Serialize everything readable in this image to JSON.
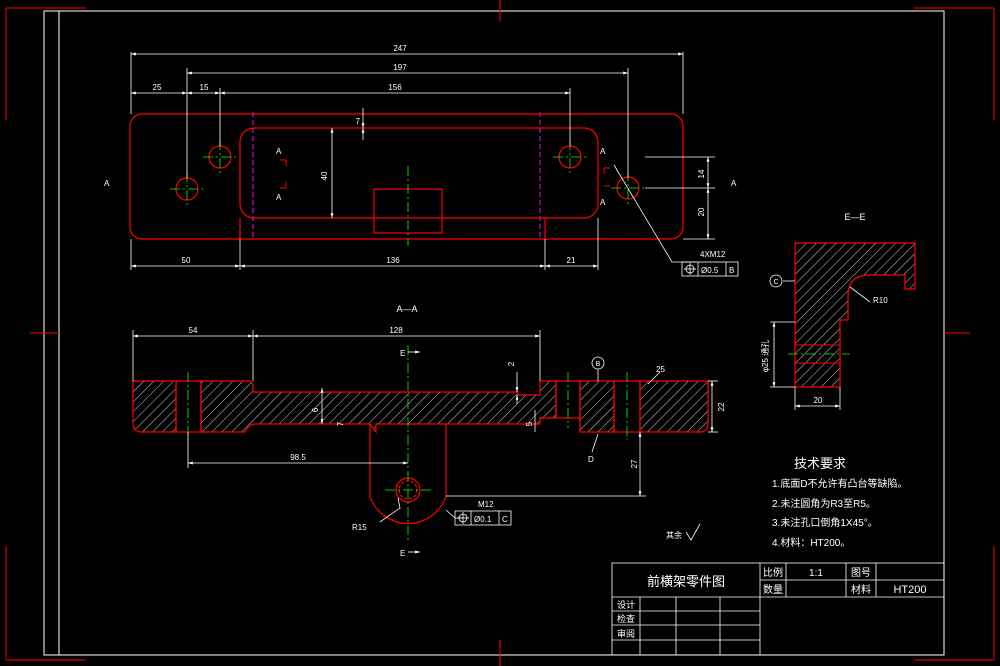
{
  "dimensions": {
    "top_overall": "247",
    "top_holes_span": "197",
    "top_left_25": "25",
    "top_15": "15",
    "top_156": "156",
    "top_7": "7",
    "top_40": "40",
    "top_14": "14",
    "top_20": "20",
    "top_50": "50",
    "top_136": "136",
    "top_21": "21",
    "sec_54": "54",
    "sec_128": "128",
    "sec_2": "2",
    "sec_6": "6",
    "sec_7": "7",
    "sec_5": "5",
    "sec_22": "22",
    "sec_25": "25",
    "sec_27": "27",
    "sec_98_5": "98.5",
    "sec_R15": "R15",
    "sec_D": "D",
    "ee_R10": "R10",
    "ee_phi25": "φ25 通孔",
    "ee_20": "20"
  },
  "labels": {
    "section_AA": "A—A",
    "section_EE": "E—E",
    "cut_A": "A",
    "cut_E": "E",
    "datum_B": "B",
    "datum_C": "C",
    "callout_4xm12": "4XM12",
    "fcf1_tol": "Ø0.5",
    "fcf1_datum": "B",
    "callout_m12": "M12",
    "fcf2_tol": "Ø0.1",
    "fcf2_datum": "C",
    "surface_rest": "其余"
  },
  "tech_requirements": {
    "title": "技术要求",
    "items": [
      "1.底面D不允许有凸台等缺陷。",
      "2.未注圆角为R3至R5。",
      "3.未注孔口倒角1X45°。",
      "4.材料：HT200。"
    ]
  },
  "title_block": {
    "part_name": "前横架零件图",
    "scale_label": "比例",
    "scale_value": "1:1",
    "drawing_no_label": "图号",
    "qty_label": "数量",
    "material_label": "材料",
    "material_value": "HT200",
    "designer_label": "设计",
    "checker_label": "检查",
    "reviewer_label": "审阅"
  },
  "colors": {
    "background": "#000000",
    "outline": "#ff0000",
    "dimension": "#ffffff",
    "centerline": "#00ff00",
    "hidden": "#ff00ff"
  }
}
